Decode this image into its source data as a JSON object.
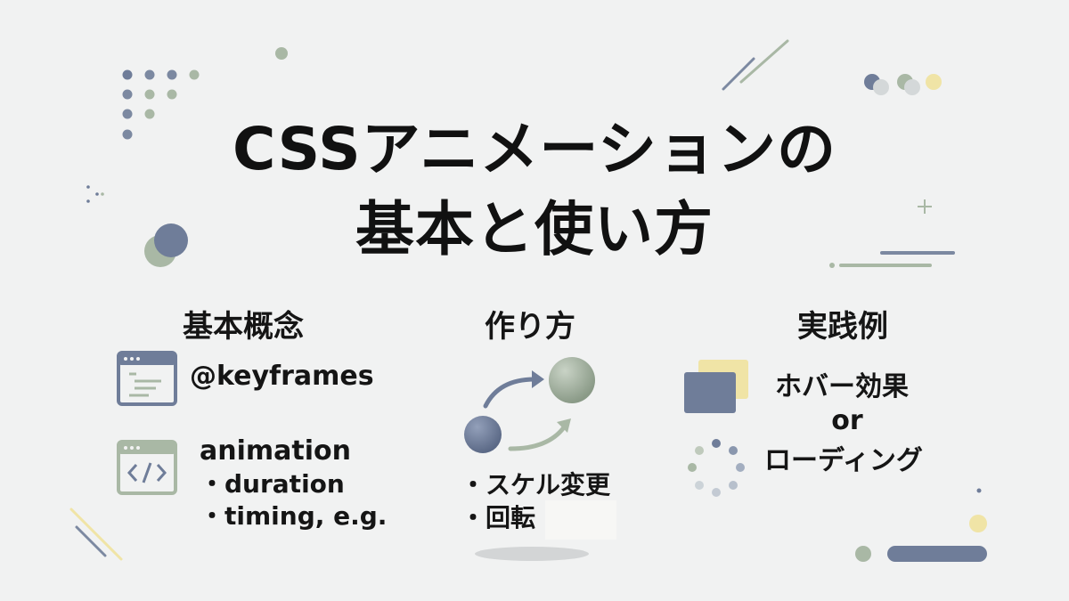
{
  "title": {
    "line1": "CSSアニメーションの",
    "line2": "基本と使い方"
  },
  "columns": {
    "concepts": {
      "heading": "基本概念",
      "item1": "@keyframes",
      "item2": "animation",
      "item2_sub1": "・duration",
      "item2_sub2": "・timing, e.g.",
      "icon1": "browser-window-icon",
      "icon2": "code-window-icon"
    },
    "howto": {
      "heading": "作り方",
      "bullet1": "・スケル変更",
      "bullet2": "・回転",
      "icon": "moving-balls-icon"
    },
    "examples": {
      "heading": "実践例",
      "line1": "ホバー効果",
      "line2": "or",
      "line3": "ローディング",
      "icon1": "hover-cards-icon",
      "icon2": "loading-spinner-icon"
    }
  },
  "colors": {
    "background": "#f1f2f2",
    "slate": "#6b7a99",
    "sage": "#a3b3a0",
    "yellow": "#f0e4a6",
    "text": "#151515"
  }
}
